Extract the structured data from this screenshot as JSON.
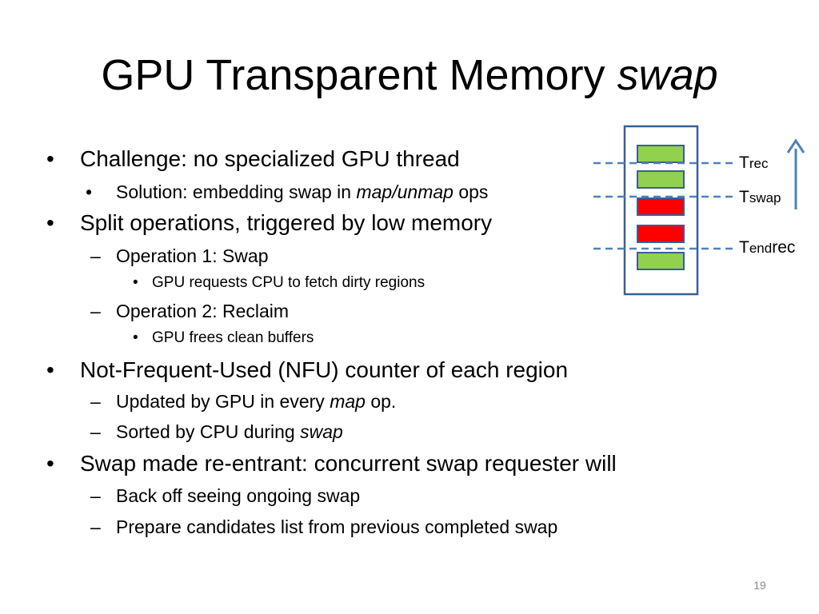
{
  "slide": {
    "title_main": "GPU Transparent Memory ",
    "title_italic": "swap",
    "page_number": "19"
  },
  "bullets": {
    "b1": {
      "text": "Challenge: no specialized GPU thread"
    },
    "b1_1": {
      "pre": "Solution: embedding swap in ",
      "italic": "map/unmap",
      "post": " ops"
    },
    "b2": {
      "text": "Split operations, triggered by low memory"
    },
    "b2_1": {
      "text": "Operation 1: Swap"
    },
    "b2_1_1": {
      "text": "GPU requests CPU to fetch dirty regions"
    },
    "b2_2": {
      "text": "Operation 2: Reclaim"
    },
    "b2_2_1": {
      "text": "GPU frees clean buffers"
    },
    "b3": {
      "text": "Not-Frequent-Used (NFU) counter of each region"
    },
    "b3_1": {
      "pre": "Updated by GPU in every ",
      "italic": "map",
      "post": " op."
    },
    "b3_2": {
      "pre": "Sorted by CPU during ",
      "italic": "swap"
    },
    "b4": {
      "text": "Swap made re-entrant: concurrent swap requester will"
    },
    "b4_1": {
      "text": "Back off seeing ongoing swap"
    },
    "b4_2": {
      "text": "Prepare candidates list from previous completed swap"
    },
    "markers": {
      "bullet": "•",
      "dash": "–"
    }
  },
  "diagram": {
    "labels": {
      "rec": {
        "t": "T",
        "sub": "rec"
      },
      "swap": {
        "t": "T",
        "sub": "swap"
      },
      "endrec": {
        "t": "T",
        "sub": "end",
        "rest": "rec"
      }
    },
    "colors": {
      "clean": "#92D050",
      "dirty": "#FF0000",
      "frame": "#3A5F94",
      "dash": "#4F81BD",
      "arrow": "#4F81BD"
    },
    "icons": {
      "arrow": "arrow-up-icon"
    }
  }
}
